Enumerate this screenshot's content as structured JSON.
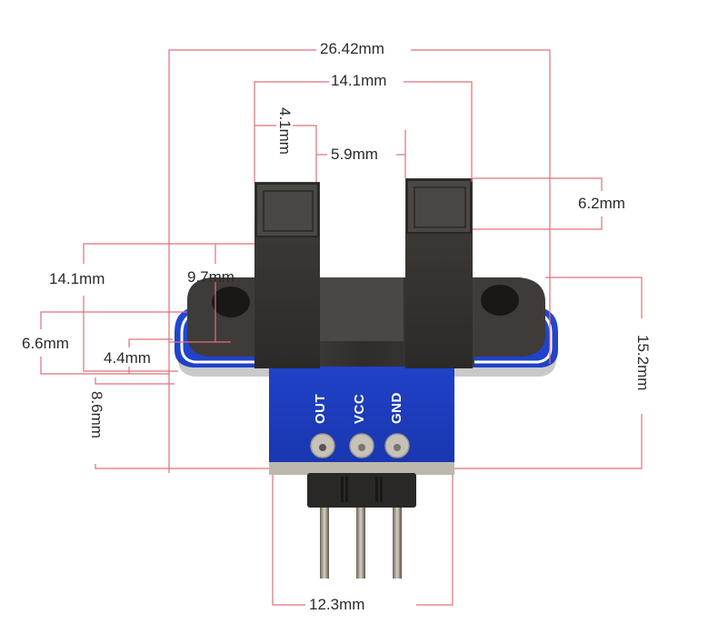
{
  "figure": {
    "subject": "Slotted optical sensor module (photo interrupter) with dimensions",
    "line_color": "#e0707a",
    "pcb_color": "#1d3fc4",
    "body_color": "#3a3836"
  },
  "dimensions": {
    "overall_width": "26.42mm",
    "slot_outer_width": "14.1mm",
    "arm_height": "4.1mm",
    "slot_gap": "5.9mm",
    "arm_depth": "6.2mm",
    "total_height_left": "14.1mm",
    "hole_offset": "9.7mm",
    "flange_height": "6.6mm",
    "hole_center": "4.4mm",
    "pcb_tab_height": "8.6mm",
    "body_height_right": "15.2mm",
    "pin_span": "12.3mm"
  },
  "pcb": {
    "pin_labels": [
      "OUT",
      "VCC",
      "GND"
    ]
  }
}
